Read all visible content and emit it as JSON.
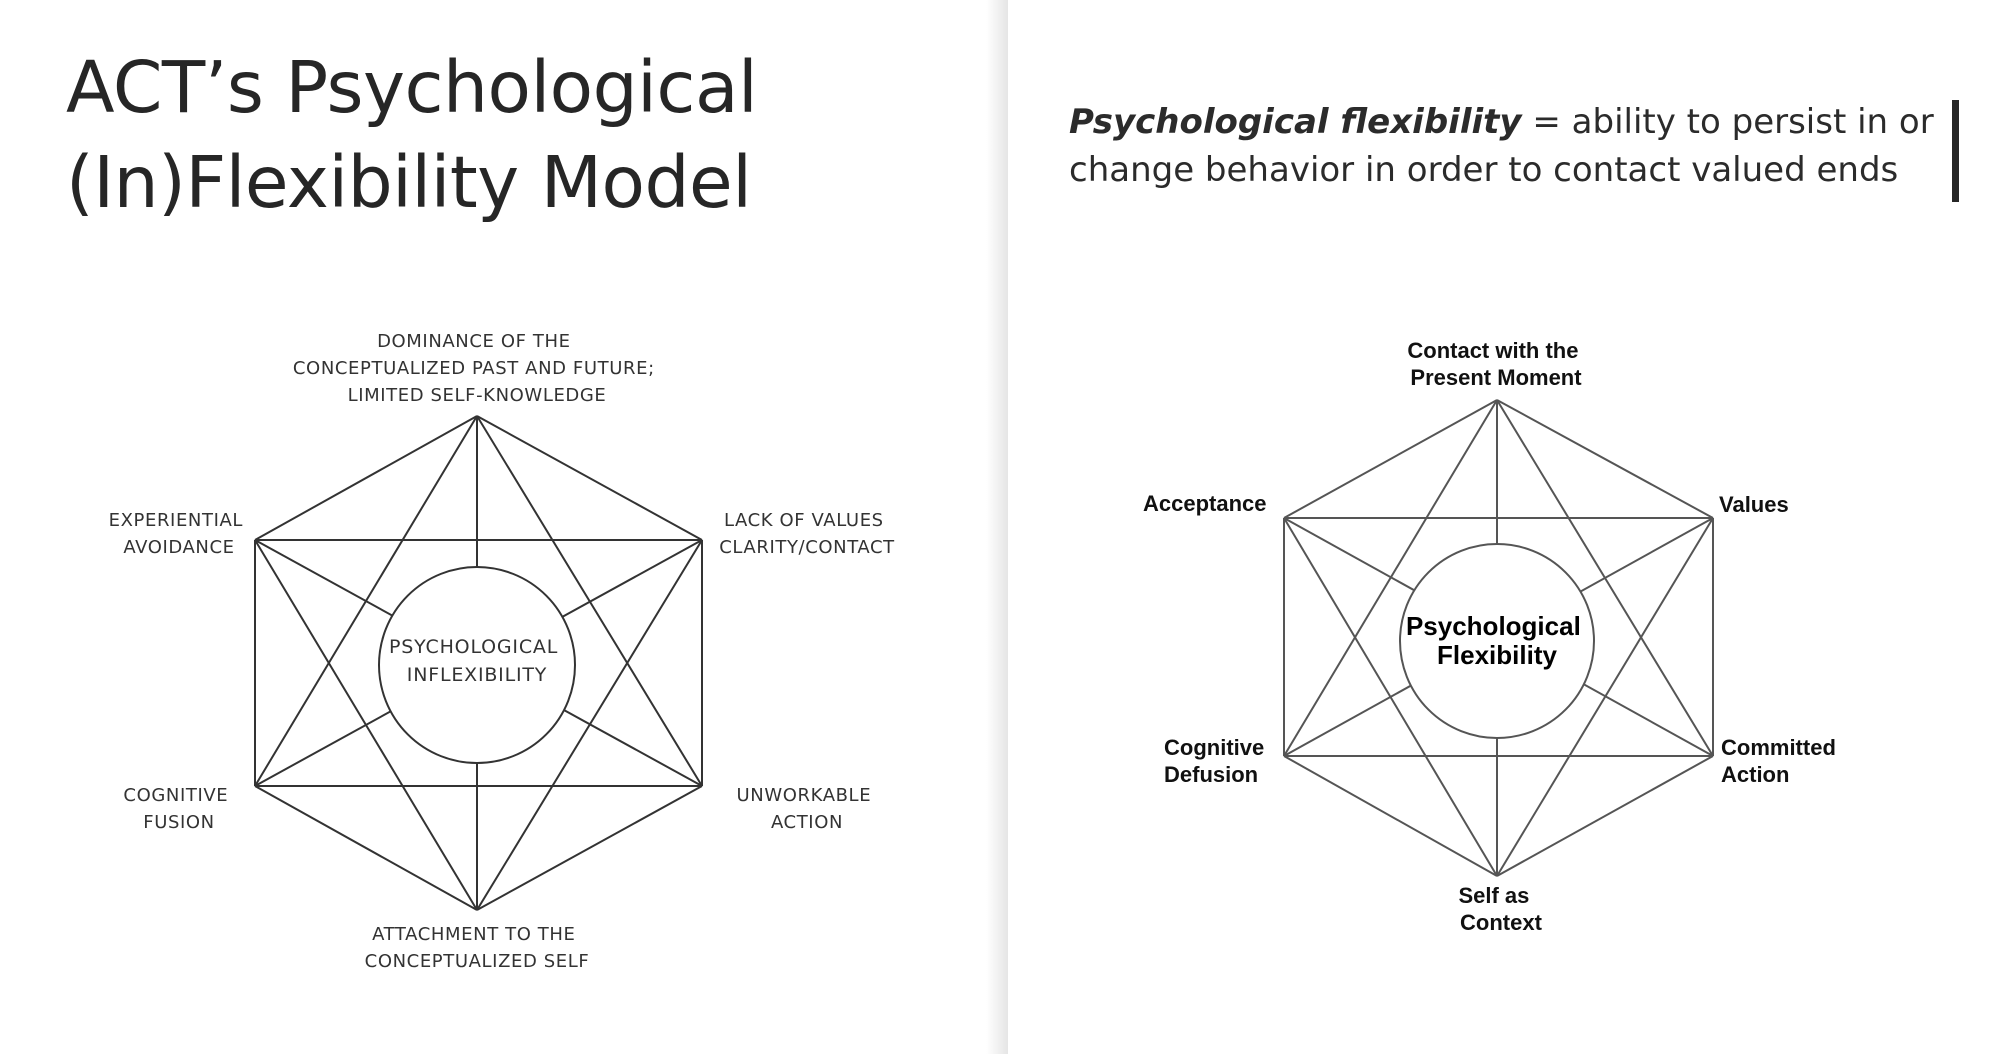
{
  "slide": {
    "title_lines": [
      "ACT’s Psychological",
      "(In)Flexibility Model"
    ],
    "definition": {
      "term": "Psychological flexibility",
      "text": " = ability to persist in or change behavior in order to contact valued ends"
    }
  },
  "left_diagram": {
    "center_lines": [
      "PSYCHOLOGICAL",
      "INFLEXIBILITY"
    ],
    "top_lines": [
      "DOMINANCE OF THE",
      "CONCEPTUALIZED PAST AND FUTURE;",
      "LIMITED SELF-KNOWLEDGE"
    ],
    "upper_right_lines": [
      "LACK OF VALUES",
      "CLARITY/CONTACT"
    ],
    "lower_right_lines": [
      "UNWORKABLE",
      "ACTION"
    ],
    "bottom_lines": [
      "ATTACHMENT TO THE",
      "CONCEPTUALIZED SELF"
    ],
    "lower_left_lines": [
      "COGNITIVE",
      "FUSION"
    ],
    "upper_left_lines": [
      "EXPERIENTIAL",
      "AVOIDANCE"
    ]
  },
  "right_diagram": {
    "center_lines": [
      "Psychological",
      "Flexibility"
    ],
    "top_lines": [
      "Contact with the",
      "Present Moment"
    ],
    "upper_right_lines": [
      "Values"
    ],
    "lower_right_lines": [
      "Committed",
      "Action"
    ],
    "bottom_lines": [
      "Self as",
      "Context"
    ],
    "lower_left_lines": [
      "Cognitive",
      "Defusion"
    ],
    "upper_left_lines": [
      "Acceptance"
    ]
  }
}
